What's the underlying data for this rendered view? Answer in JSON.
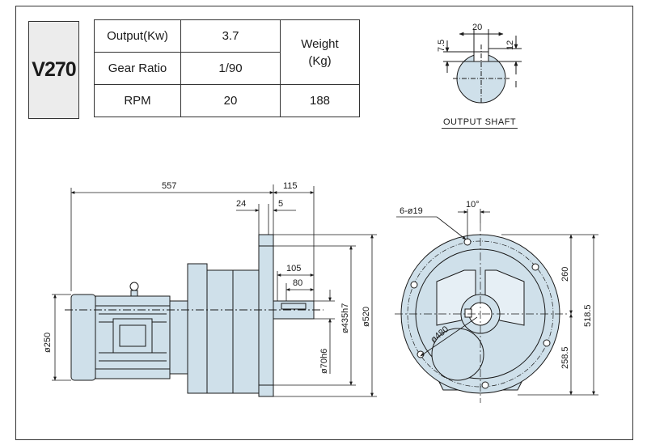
{
  "model": "V270",
  "spec_table": {
    "output_label": "Output(Kw)",
    "output_value": "3.7",
    "gear_ratio_label": "Gear Ratio",
    "gear_ratio_value": "1/90",
    "rpm_label": "RPM",
    "rpm_value": "20",
    "weight_label_line1": "Weight",
    "weight_label_line2": "(Kg)",
    "weight_value": "188"
  },
  "output_shaft": {
    "label": "OUTPUT SHAFT",
    "dim_width": "20",
    "dim_left": "7.5",
    "dim_right": "12"
  },
  "side_view": {
    "dim_length": "557",
    "dim_flange": "115",
    "dim_24": "24",
    "dim_5": "5",
    "dim_105": "105",
    "dim_80": "80",
    "dim_motor_dia": "ø250",
    "dim_shaft_dia": "ø70h6",
    "dim_pilot_dia": "ø435h7",
    "dim_flange_dia": "ø520"
  },
  "front_view": {
    "dim_holes": "6-ø19",
    "dim_angle": "10°",
    "dim_pcd": "ø480",
    "dim_top": "260",
    "dim_bottom": "258.5",
    "dim_total": "518.5"
  },
  "colors": {
    "body_fill": "#cfe0ea",
    "line": "#1a1a1a",
    "model_box": "#ececec"
  }
}
